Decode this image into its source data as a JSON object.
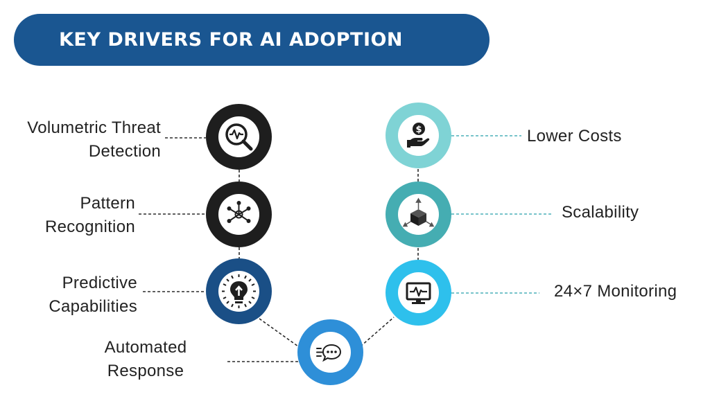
{
  "title": "KEY DRIVERS FOR AI ADOPTION",
  "left_nodes": [
    {
      "label_lines": [
        "Volumetric Threat",
        "Detection"
      ],
      "icon": "magnifier-pulse-icon",
      "color": "#1e1e1e"
    },
    {
      "label_lines": [
        "Pattern",
        "Recognition"
      ],
      "icon": "network-nodes-icon",
      "color": "#1e1e1e"
    },
    {
      "label_lines": [
        "Predictive",
        "Capabilities"
      ],
      "icon": "lightbulb-icon",
      "color": "#1a4f86"
    }
  ],
  "bottom_node": {
    "label_lines": [
      "Automated",
      "Response"
    ],
    "icon": "chat-bubble-icon",
    "color": "#2e8fd8"
  },
  "right_nodes": [
    {
      "label": "Lower Costs",
      "icon": "hand-coin-icon",
      "color": "#7fd3d5"
    },
    {
      "label": "Scalability",
      "icon": "cube-arrows-icon",
      "color": "#45adb2"
    },
    {
      "label": "24×7 Monitoring",
      "icon": "monitor-pulse-icon",
      "color": "#2ec0ec"
    }
  ]
}
